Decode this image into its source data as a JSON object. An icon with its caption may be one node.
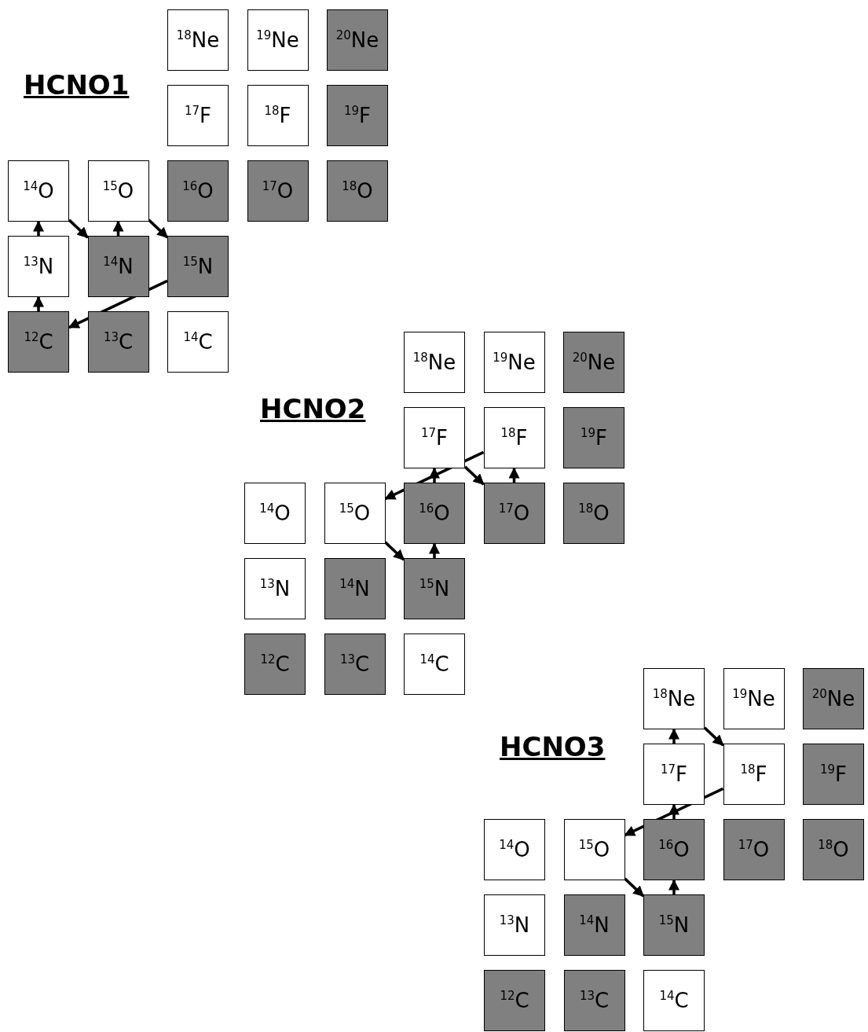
{
  "diagram": {
    "nodes": [
      {
        "text": [
          "$^{18}$Ne"
        ]
      },
      {
        "text": [
          "$^{19}$Ne"
        ]
      },
      {
        "text": [
          "$^{20}$Ne"
        ]
      },
      {
        "text": [
          "$^{17}$F"
        ]
      },
      {
        "text": [
          "$^{18}$F"
        ]
      },
      {
        "text": [
          "$^{19}$F"
        ]
      },
      {
        "text": [
          "$^{14}$O"
        ]
      },
      {
        "text": [
          "$^{15}$O"
        ]
      },
      {
        "text": [
          "$^{16}$O"
        ]
      },
      {
        "text": [
          "$^{17}$O"
        ]
      },
      {
        "text": [
          "$^{18}$O"
        ]
      },
      {
        "text": [
          "$^{13}$N"
        ]
      },
      {
        "text": [
          "$^{14}$N"
        ]
      },
      {
        "text": [
          "$^{15}$N"
        ]
      },
      {
        "text": [
          "$^{12}$C"
        ]
      },
      {
        "text": [
          "$^{13}$C"
        ]
      },
      {
        "text": [
          "$^{14}$C"
        ]
      },
      {
        "text": [
          "$^{18}$Ne"
        ]
      },
      {
        "text": [
          "$^{19}$Ne"
        ]
      },
      {
        "text": [
          "$^{20}$Ne"
        ]
      },
      {
        "text": [
          "$^{17}$F"
        ]
      },
      {
        "text": [
          "$^{18}$F"
        ]
      },
      {
        "text": [
          "$^{19}$F"
        ]
      },
      {
        "text": [
          "$^{14}$O"
        ]
      },
      {
        "text": [
          "$^{15}$O"
        ]
      },
      {
        "text": [
          "$^{16}$O"
        ]
      },
      {
        "text": [
          "$^{17}$O"
        ]
      },
      {
        "text": [
          "$^{18}$O"
        ]
      },
      {
        "text": [
          "$^{13}$N"
        ]
      },
      {
        "text": [
          "$^{14}$N"
        ]
      },
      {
        "text": [
          "$^{15}$N"
        ]
      },
      {
        "text": [
          "$^{12}$C"
        ]
      },
      {
        "text": [
          "$^{13}$C"
        ]
      },
      {
        "text": [
          "$^{14}$C"
        ]
      },
      {
        "text": [
          "$^{18}$Ne"
        ]
      },
      {
        "text": [
          "$^{19}$Ne"
        ]
      },
      {
        "text": [
          "$^{20}$Ne"
        ]
      },
      {
        "text": [
          "$^{17}$F"
        ]
      },
      {
        "text": [
          "$^{18}$F"
        ]
      },
      {
        "text": [
          "$^{19}$F"
        ]
      },
      {
        "text": [
          "$^{14}$O"
        ]
      },
      {
        "text": [
          "$^{15}$O"
        ]
      },
      {
        "text": [
          "$^{16}$O"
        ]
      },
      {
        "text": [
          "$^{17}$O"
        ]
      },
      {
        "text": [
          "$^{18}$O"
        ]
      },
      {
        "text": [
          "$^{13}$N"
        ]
      },
      {
        "text": [
          "$^{14}$N"
        ]
      },
      {
        "text": [
          "$^{15}$N"
        ]
      },
      {
        "text": [
          "$^{12}$C"
        ]
      },
      {
        "text": [
          "$^{13}$C"
        ]
      },
      {
        "text": [
          "$^{14}$C"
        ]
      }
    ],
    "edges": [
      {
        "from": 14,
        "to": 11,
        "arrow": "to"
      },
      {
        "from": 11,
        "to": 6,
        "arrow": "to"
      },
      {
        "from": 6,
        "to": 12,
        "arrow": "to"
      },
      {
        "from": 12,
        "to": 7,
        "arrow": "to"
      },
      {
        "from": 7,
        "to": 13,
        "arrow": "to"
      },
      {
        "from": 13,
        "to": 14,
        "arrow": "to"
      },
      {
        "from": 24,
        "to": 30,
        "arrow": "to"
      },
      {
        "from": 30,
        "to": 25,
        "arrow": "to"
      },
      {
        "from": 25,
        "to": 20,
        "arrow": "to"
      },
      {
        "from": 20,
        "to": 26,
        "arrow": "to"
      },
      {
        "from": 26,
        "to": 21,
        "arrow": "to"
      },
      {
        "from": 21,
        "to": 24,
        "arrow": "to"
      },
      {
        "from": 41,
        "to": 47,
        "arrow": "to"
      },
      {
        "from": 47,
        "to": 42,
        "arrow": "to"
      },
      {
        "from": 42,
        "to": 37,
        "arrow": "to"
      },
      {
        "from": 37,
        "to": 34,
        "arrow": "to"
      },
      {
        "from": 34,
        "to": 38,
        "arrow": "to"
      },
      {
        "from": 38,
        "to": 41,
        "arrow": "to"
      }
    ],
    "labels": [
      "HCNO1",
      "HCNO2",
      "HCNO3"
    ]
  }
}
